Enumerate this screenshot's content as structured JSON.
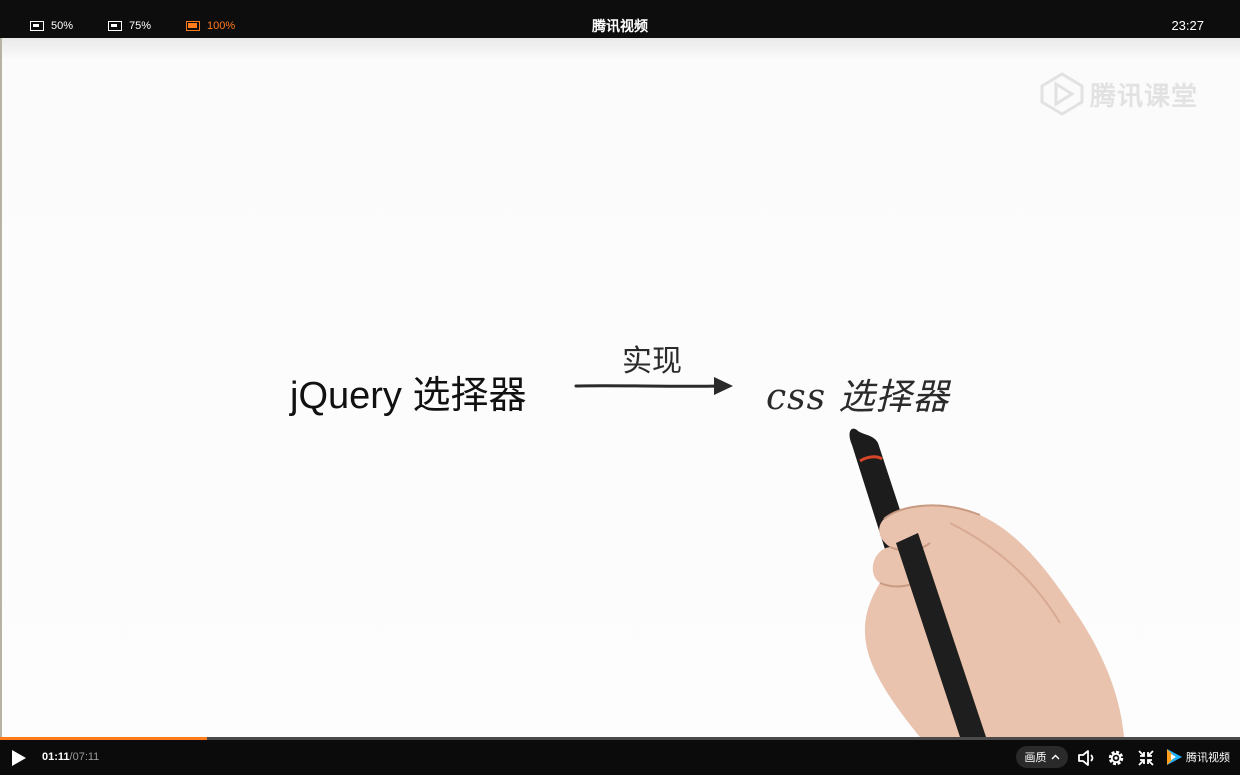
{
  "top_bar": {
    "zoom_options": [
      {
        "label": "50%",
        "active": false
      },
      {
        "label": "75%",
        "active": false
      },
      {
        "label": "100%",
        "active": true
      }
    ],
    "title": "腾讯视频",
    "clock": "23:27"
  },
  "video": {
    "watermark": "腾讯课堂",
    "left_text": "jQuery 选择器",
    "arrow_caption": "实现",
    "right_text": "css 选择器"
  },
  "player": {
    "current_time": "01:11",
    "separator": "/",
    "total_time": "07:11",
    "progress_fraction": 0.167,
    "quality_label": "画质",
    "brand_label": "腾讯视频"
  },
  "colors": {
    "accent": "#ff7a1a",
    "bar_background": "#0b0b0b"
  },
  "icons": {
    "play": "play-icon",
    "volume": "volume-icon",
    "settings": "gear-icon",
    "exit_fullscreen": "exit-fullscreen-icon",
    "brand": "tencent-video-logo-icon"
  }
}
